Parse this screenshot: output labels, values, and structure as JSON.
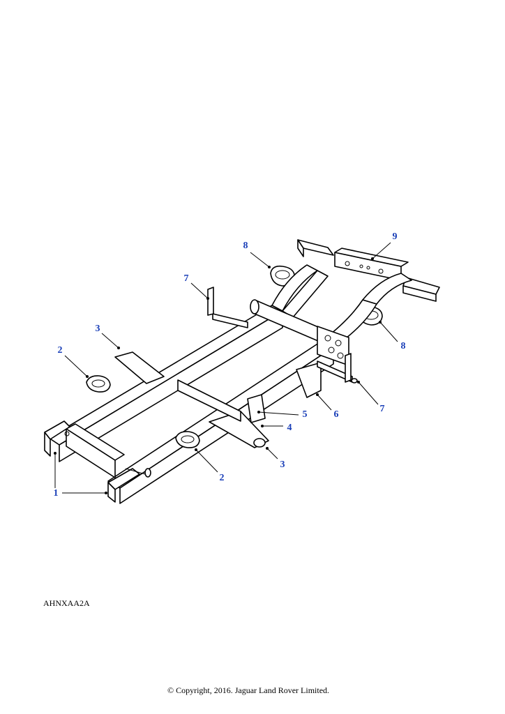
{
  "accent_color": "#1a3fb8",
  "diagram_reference": "AHNXAA2A",
  "copyright": "© Copyright, 2016. Jaguar Land Rover Limited.",
  "callouts": [
    {
      "id": "c8a",
      "label": "8"
    },
    {
      "id": "c9",
      "label": "9"
    },
    {
      "id": "c7a",
      "label": "7"
    },
    {
      "id": "c3a",
      "label": "3"
    },
    {
      "id": "c8b",
      "label": "8"
    },
    {
      "id": "c2a",
      "label": "2"
    },
    {
      "id": "c7b",
      "label": "7"
    },
    {
      "id": "c5",
      "label": "5"
    },
    {
      "id": "c6",
      "label": "6"
    },
    {
      "id": "c4",
      "label": "4"
    },
    {
      "id": "c3b",
      "label": "3"
    },
    {
      "id": "c2b",
      "label": "2"
    },
    {
      "id": "c1",
      "label": "1"
    }
  ]
}
